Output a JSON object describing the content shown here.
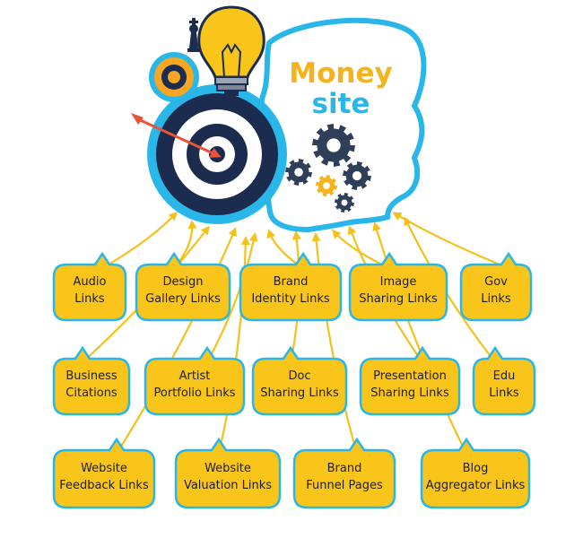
{
  "center": {
    "line1": "Money",
    "line2": "site"
  },
  "colors": {
    "blue": "#29b6e8",
    "navy": "#1b2c4f",
    "yellow": "#f9c51a",
    "yellow_outline": "#29b6e8",
    "arrow": "#f2c21b",
    "gear_dark": "#2f3f5a",
    "gear_gold": "#f5b21a"
  },
  "nodes": [
    {
      "id": "audio-links",
      "lines": [
        "Audio",
        "Links"
      ]
    },
    {
      "id": "design-gallery-links",
      "lines": [
        "Design",
        "Gallery Links"
      ]
    },
    {
      "id": "brand-identity-links",
      "lines": [
        "Brand",
        "Identity Links"
      ]
    },
    {
      "id": "image-sharing-links",
      "lines": [
        "Image",
        "Sharing Links"
      ]
    },
    {
      "id": "gov-links",
      "lines": [
        "Gov",
        "Links"
      ]
    },
    {
      "id": "business-citations",
      "lines": [
        "Business",
        "Citations"
      ]
    },
    {
      "id": "artist-portfolio-links",
      "lines": [
        "Artist",
        "Portfolio Links"
      ]
    },
    {
      "id": "doc-sharing-links",
      "lines": [
        "Doc",
        "Sharing Links"
      ]
    },
    {
      "id": "presentation-sharing-links",
      "lines": [
        "Presentation",
        "Sharing Links"
      ]
    },
    {
      "id": "edu-links",
      "lines": [
        "Edu",
        "Links"
      ]
    },
    {
      "id": "website-feedback-links",
      "lines": [
        "Website",
        "Feedback Links"
      ]
    },
    {
      "id": "website-valuation-links",
      "lines": [
        "Website",
        "Valuation Links"
      ]
    },
    {
      "id": "brand-funnel-pages",
      "lines": [
        "Brand",
        "Funnel Pages"
      ]
    },
    {
      "id": "blog-aggregator-links",
      "lines": [
        "Blog",
        "Aggregator Links"
      ]
    }
  ]
}
